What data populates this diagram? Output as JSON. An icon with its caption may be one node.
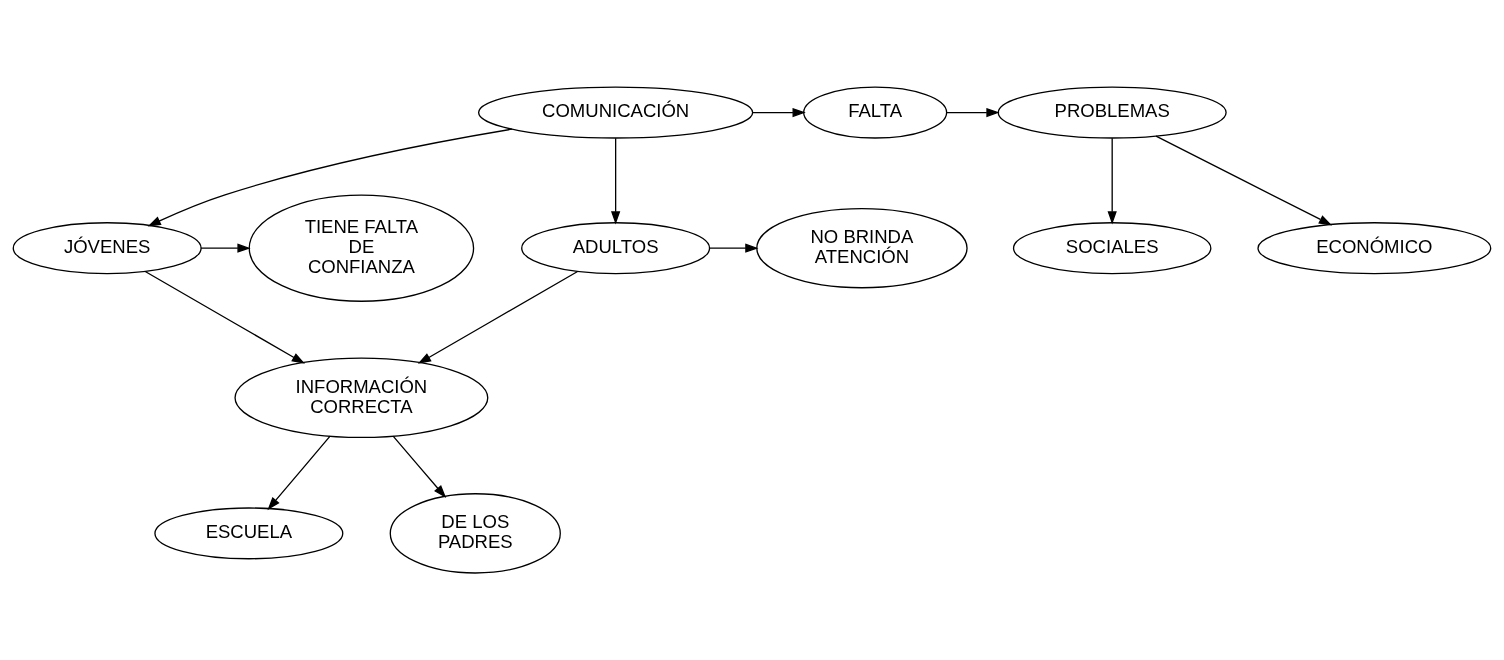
{
  "diagram": {
    "nodes": [
      {
        "text": [
          "COMUNICACIÓN"
        ]
      },
      {
        "text": [
          "FALTA"
        ]
      },
      {
        "text": [
          "PROBLEMAS"
        ]
      },
      {
        "text": [
          "SOCIALES"
        ]
      },
      {
        "text": [
          "ECONÓMICO"
        ]
      },
      {
        "text": [
          "TIENE FALTA DE CONFIANZA"
        ]
      },
      {
        "text": [
          "JÓVENES"
        ]
      },
      {
        "text": [
          "ADULTOS"
        ]
      },
      {
        "text": [
          "NO BRINDA ATENCIÓN"
        ]
      },
      {
        "text": [
          "INFORMACIÓN CORRECTA"
        ]
      },
      {
        "text": [
          "ESCUELA"
        ]
      },
      {
        "text": [
          "DE LOS PADRES"
        ]
      }
    ],
    "edges": [
      {
        "from": 0,
        "to": 1,
        "arrow": "to"
      },
      {
        "from": 1,
        "to": 2,
        "arrow": "to"
      },
      {
        "from": 2,
        "to": 3,
        "arrow": "to"
      },
      {
        "from": 2,
        "to": 4,
        "arrow": "to"
      },
      {
        "from": 0,
        "to": 6,
        "arrow": "to"
      },
      {
        "from": 0,
        "to": 7,
        "arrow": "to"
      },
      {
        "from": 6,
        "to": 5,
        "arrow": "to"
      },
      {
        "from": 7,
        "to": 8,
        "arrow": "to"
      },
      {
        "from": 6,
        "to": 9,
        "arrow": "to"
      },
      {
        "from": 7,
        "to": 9,
        "arrow": "to"
      },
      {
        "from": 9,
        "to": 10,
        "arrow": "to"
      },
      {
        "from": 9,
        "to": 11,
        "arrow": "to"
      }
    ]
  }
}
